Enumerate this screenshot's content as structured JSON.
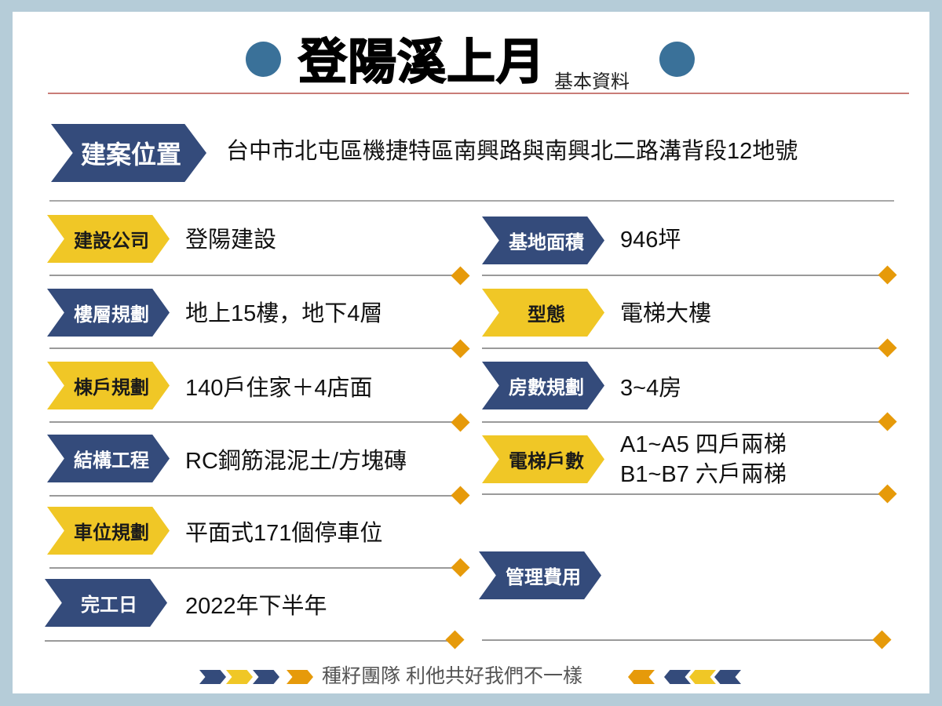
{
  "header": {
    "title": "登陽溪上月",
    "subtitle": "基本資料"
  },
  "location": {
    "label": "建案位置",
    "value": "台中市北屯區機捷特區南興路與南興北二路溝背段12地號"
  },
  "left_fields": [
    {
      "label": "建設公司",
      "value": "登陽建設",
      "color": "yellow"
    },
    {
      "label": "樓層規劃",
      "value": "地上15樓，地下4層",
      "color": "blue"
    },
    {
      "label": "棟戶規劃",
      "value": "140戶住家＋4店面",
      "color": "yellow"
    },
    {
      "label": "結構工程",
      "value": "RC鋼筋混泥土/方塊磚",
      "color": "blue"
    },
    {
      "label": "車位規劃",
      "value": "平面式171個停車位",
      "color": "yellow"
    },
    {
      "label": "完工日",
      "value": "2022年下半年",
      "color": "blue"
    }
  ],
  "right_fields": [
    {
      "label": "基地面積",
      "value": "946坪",
      "color": "blue"
    },
    {
      "label": "型態",
      "value": "電梯大樓",
      "color": "yellow"
    },
    {
      "label": "房數規劃",
      "value": "3~4房",
      "color": "blue"
    },
    {
      "label": "電梯戶數",
      "value_line1": "A1~A5 四戶兩梯",
      "value_line2": "B1~B7 六戶兩梯",
      "color": "yellow"
    },
    {
      "label": "管理費用",
      "value": "",
      "color": "blue"
    }
  ],
  "footer": {
    "slogan": "種籽團隊 利他共好我們不一樣"
  },
  "colors": {
    "navy": "#344b7b",
    "yellow": "#f0c726",
    "orange": "#e69a0a",
    "title_dot": "#3a7199",
    "frame": "#b5ccd8",
    "title_rule": "#c97c78"
  }
}
